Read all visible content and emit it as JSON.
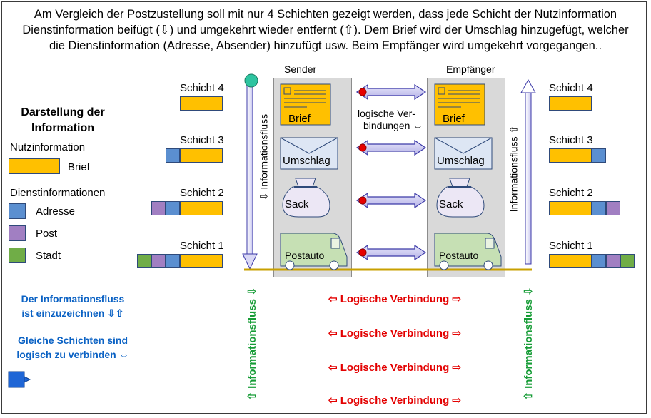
{
  "intro": "Am Vergleich der Postzustellung soll mit nur 4 Schichten gezeigt werden, dass jede Schicht der Nutzinformation Dienstinformation beifügt (⇩) und umgekehrt wieder entfernt (⇧). Dem Brief wird der Umschlag hinzugefügt, welcher die Dienstinformation (Adresse, Absender) hinzufügt usw. Beim Empfänger wird umgekehrt vorgegangen..",
  "legend": {
    "heading": "Darstellung der Information",
    "nutz_label": "Nutzinformation",
    "brief_label": "Brief",
    "dienst_label": "Dienstinformationen",
    "adresse_label": "Adresse",
    "post_label": "Post",
    "stadt_label": "Stadt"
  },
  "layers": {
    "s4": "Schicht 4",
    "s3": "Schicht 3",
    "s2": "Schicht 2",
    "s1": "Schicht 1"
  },
  "sender": {
    "title": "Sender",
    "brief": "Brief",
    "umschlag": "Umschlag",
    "sack": "Sack",
    "postauto": "Postauto"
  },
  "empfaenger": {
    "title": "Empfänger",
    "brief": "Brief",
    "umschlag": "Umschlag",
    "sack": "Sack",
    "postauto": "Postauto"
  },
  "logische_verbindungen": "logische Verbindungen ⇔",
  "logische_verbindungen_line1": "logische Ver-",
  "logische_verbindungen_line2": "bindungen ⇔",
  "flow_left": "⇩ Informationsfluss",
  "flow_right": "Informationsfluss ⇧",
  "notes": {
    "flow_line1": "Der Informationsfluss",
    "flow_line2": "ist einzuzeichnen ⇩⇧",
    "layers_line1": "Gleiche Schichten sind",
    "layers_line2": "logisch zu verbinden ⇔"
  },
  "bottom": {
    "logic1": "⇦ Logische Verbindung ⇨",
    "logic2": "⇦ Logische Verbindung ⇨",
    "logic3": "⇦ Logische Verbindung ⇨",
    "logic4": "⇦ Logische Verbindung ⇨",
    "green_left": "⇧ Informationsfluss ⇩",
    "green_right": "⇧ Informationsfluss ⇩"
  },
  "colors": {
    "nutz": "#ffc000",
    "adresse": "#5b8fd0",
    "post": "#a17fc2",
    "stadt": "#70ad47",
    "logic": "#e30000",
    "note": "#0b62c4",
    "green": "#169c36"
  }
}
